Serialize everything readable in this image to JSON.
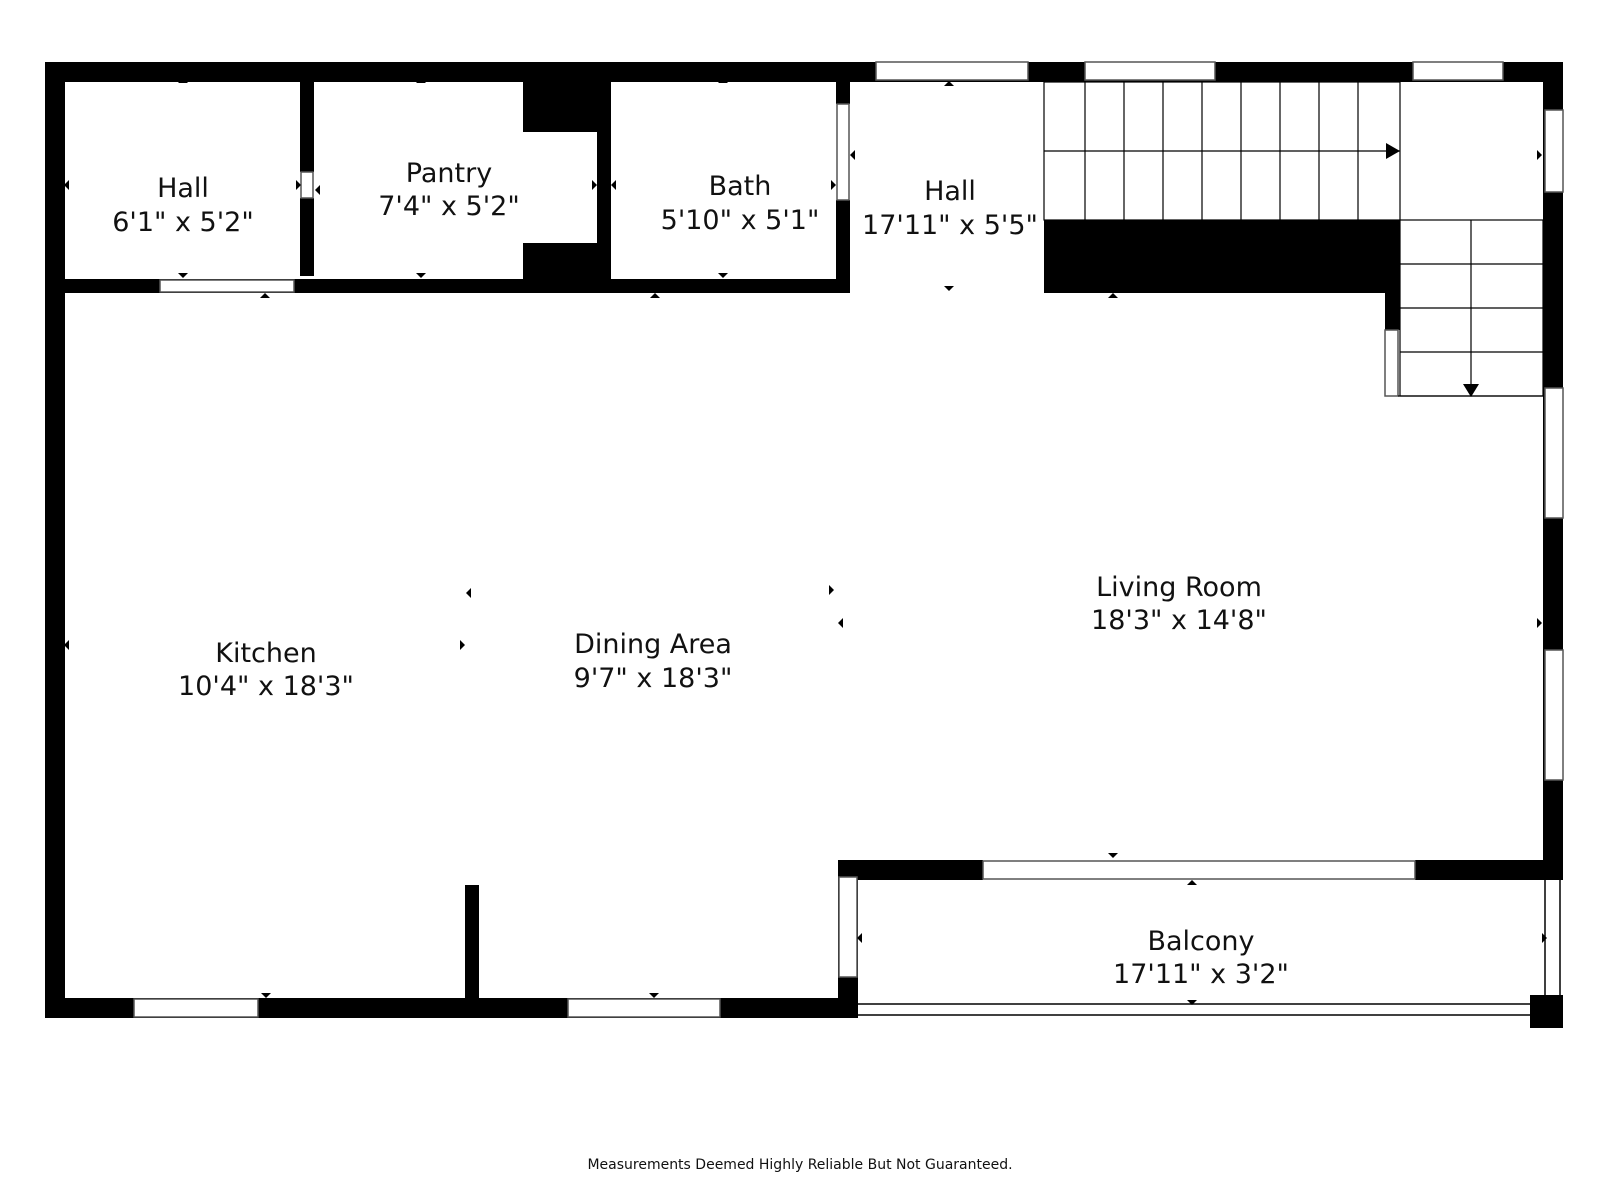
{
  "colors": {
    "wall": "#000000",
    "background": "#ffffff",
    "text": "#111111",
    "window_frame": "#555555"
  },
  "rooms": {
    "hall_1": {
      "name": "Hall",
      "dims": "6'1\" x 5'2\""
    },
    "pantry": {
      "name": "Pantry",
      "dims": "7'4\" x 5'2\""
    },
    "bath": {
      "name": "Bath",
      "dims": "5'10\" x 5'1\""
    },
    "hall_2": {
      "name": "Hall",
      "dims": "17'11\" x 5'5\""
    },
    "living_room": {
      "name": "Living Room",
      "dims": "18'3\" x 14'8\""
    },
    "kitchen": {
      "name": "Kitchen",
      "dims": "10'4\" x 18'3\""
    },
    "dining_area": {
      "name": "Dining Area",
      "dims": "9'7\" x 18'3\""
    },
    "balcony": {
      "name": "Balcony",
      "dims": "17'11\" x 3'2\""
    }
  },
  "footer": {
    "disclaimer": "Measurements Deemed Highly Reliable But Not Guaranteed."
  }
}
